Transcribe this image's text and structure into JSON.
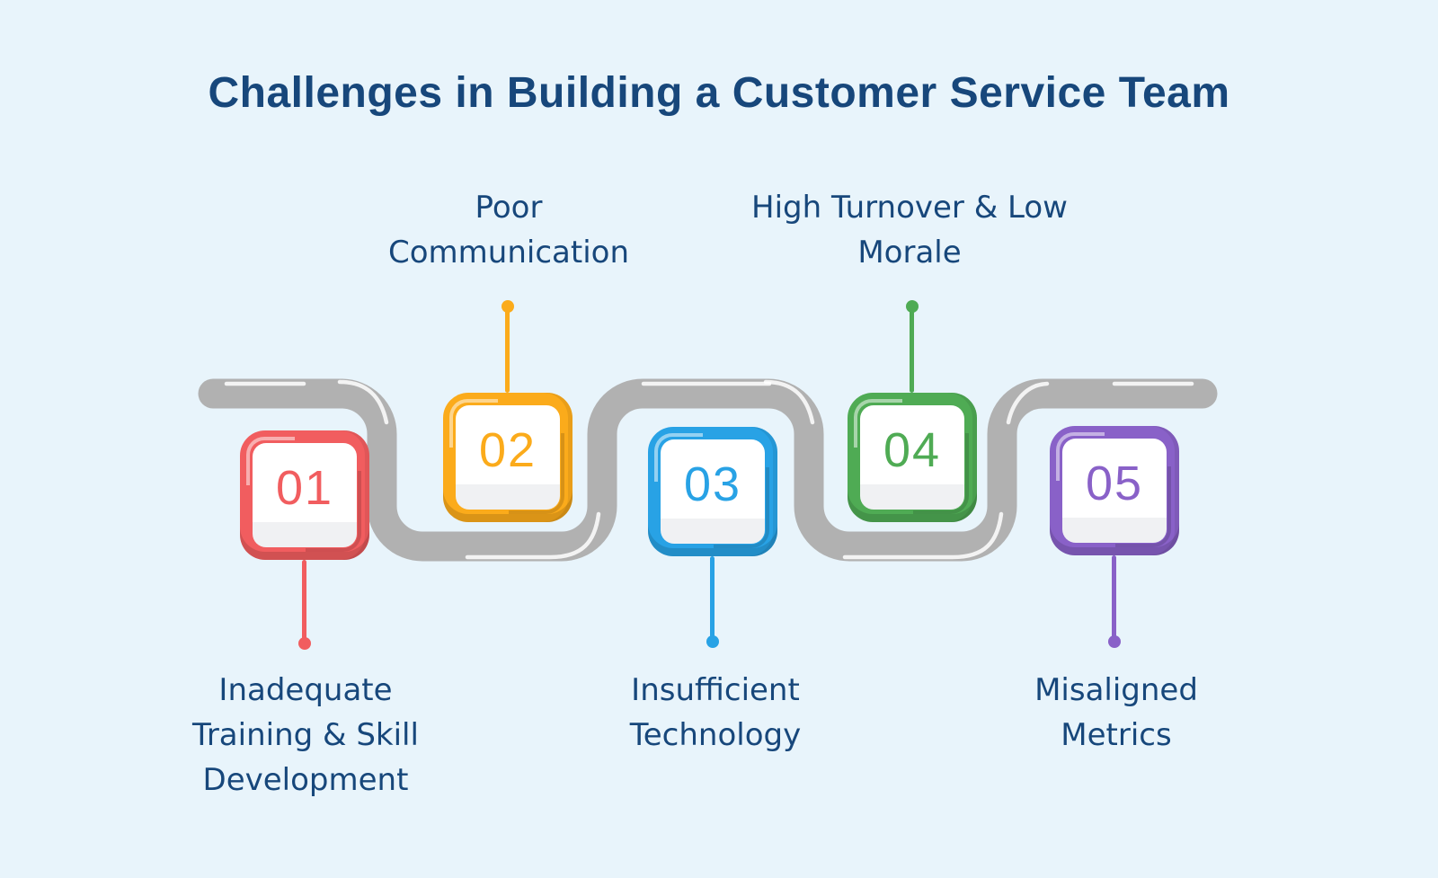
{
  "title": "Challenges in Building a Customer Service Team",
  "colors": {
    "background": "#E8F4FB",
    "title_text": "#17477B",
    "label_text": "#17477B",
    "road": "#B1B1B1",
    "road_gloss": "#FFFFFF",
    "card_face": "#FFFFFF",
    "card_face_strip": "#F0F1F3"
  },
  "steps": [
    {
      "number": "01",
      "label": "Inadequate Training & Skill Development",
      "label_lines": [
        "Inadequate",
        "Training & Skill",
        "Development"
      ],
      "color": "#F15D5F",
      "placement": "bottom"
    },
    {
      "number": "02",
      "label": "Poor Communication",
      "label_lines": [
        "Poor",
        "Communication"
      ],
      "color": "#FBAB1B",
      "placement": "top"
    },
    {
      "number": "03",
      "label": "Insufficient Technology",
      "label_lines": [
        "Insufficient",
        "Technology"
      ],
      "color": "#28A2E5",
      "placement": "bottom"
    },
    {
      "number": "04",
      "label": "High Turnover & Low Morale",
      "label_lines": [
        "High Turnover & Low",
        "Morale"
      ],
      "color": "#4FAB54",
      "placement": "top"
    },
    {
      "number": "05",
      "label": "Misaligned Metrics",
      "label_lines": [
        "Misaligned",
        "Metrics"
      ],
      "color": "#8961C8",
      "placement": "bottom"
    }
  ]
}
